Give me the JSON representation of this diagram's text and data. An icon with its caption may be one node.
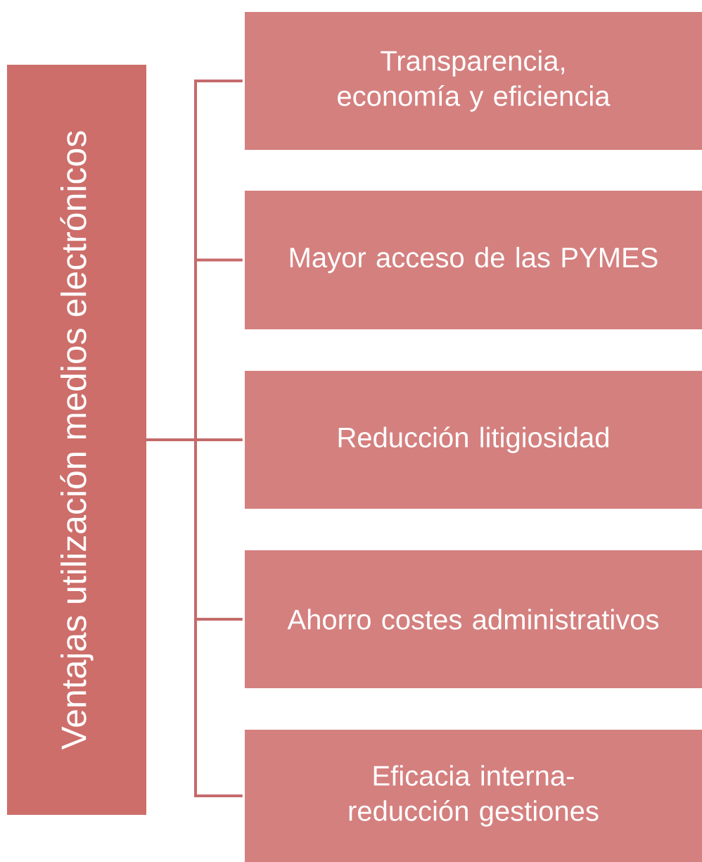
{
  "diagram": {
    "nodes": [
      {
        "text": [
          "Ventajas utilización medios electrónicos"
        ]
      },
      {
        "text": [
          "Transparencia, economía y eficiencia"
        ]
      },
      {
        "text": [
          "Mayor acceso de las PYMES"
        ]
      },
      {
        "text": [
          "Reducción litigiosidad"
        ]
      },
      {
        "text": [
          "Ahorro costes administrativos"
        ]
      },
      {
        "text": [
          "Eficacia interna-reducción gestiones"
        ]
      }
    ],
    "edges": [
      {
        "from": 0,
        "to": 1,
        "arrow": "none"
      },
      {
        "from": 0,
        "to": 2,
        "arrow": "none"
      },
      {
        "from": 0,
        "to": 3,
        "arrow": "none"
      },
      {
        "from": 0,
        "to": 4,
        "arrow": "none"
      },
      {
        "from": 0,
        "to": 5,
        "arrow": "none"
      }
    ]
  }
}
